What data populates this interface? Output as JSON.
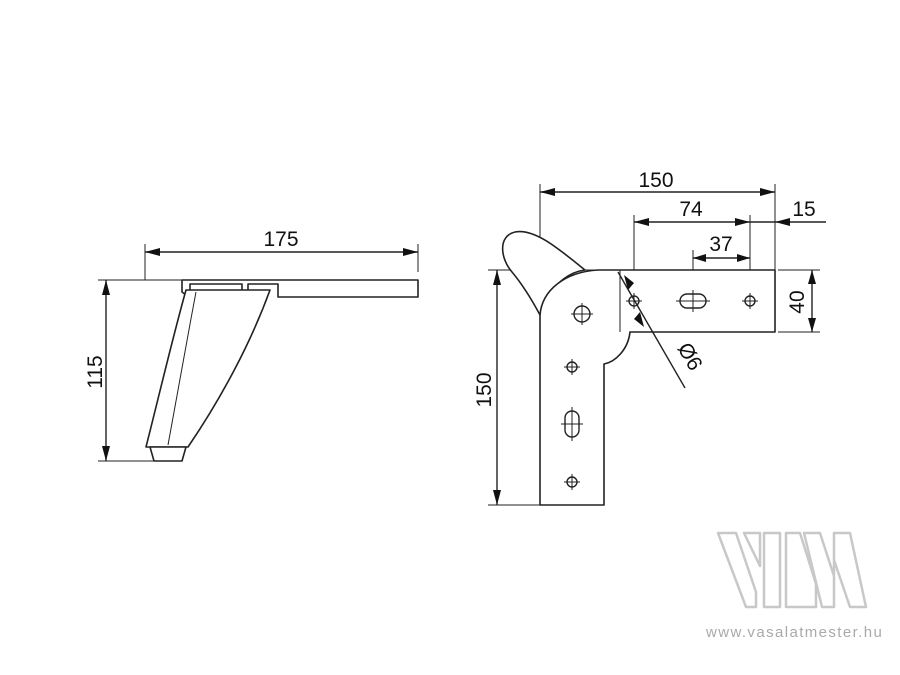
{
  "side_view": {
    "width_label": "175",
    "height_label": "115"
  },
  "plan_view": {
    "total_length_label": "150",
    "hole_span_label": "74",
    "end_offset_label": "15",
    "slot_span_label": "37",
    "arm_width_label": "40",
    "leg_length_label": "150",
    "hole_diameter_label": "Ø6"
  },
  "watermark": {
    "url": "www.vasalatmester.hu",
    "color": "#c8c8c8"
  }
}
